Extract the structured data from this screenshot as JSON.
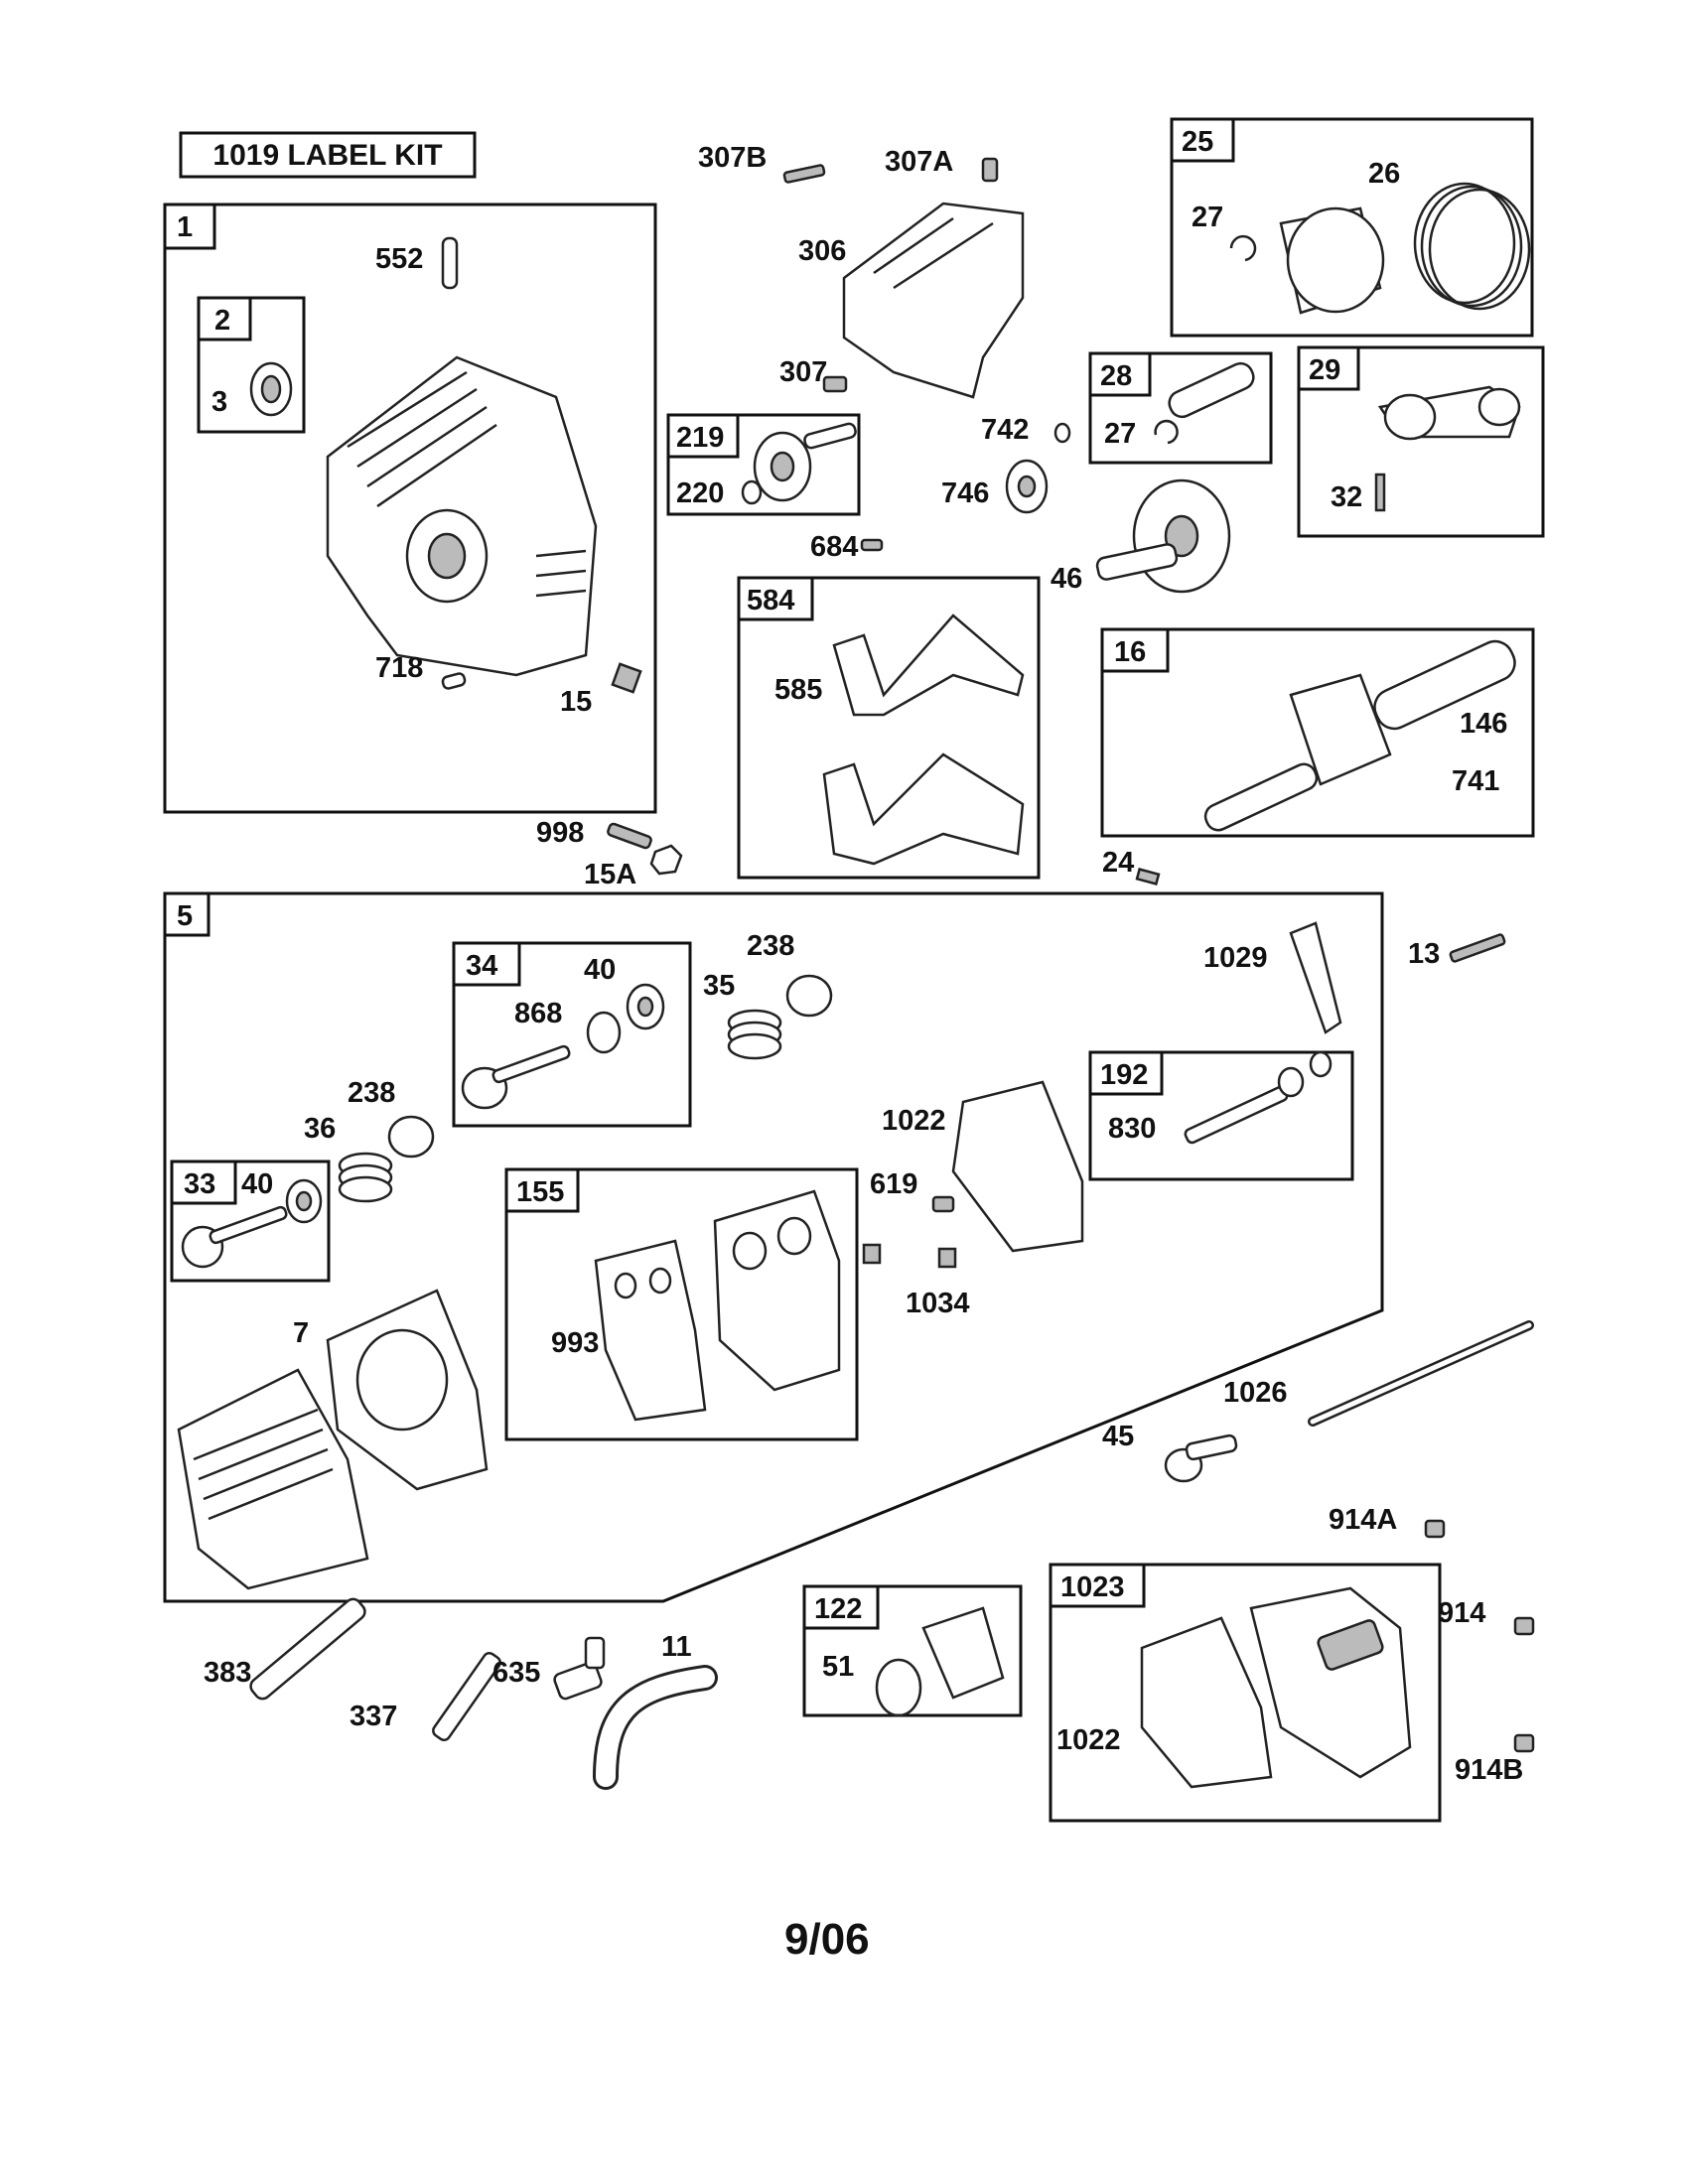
{
  "label_kit": "1019 LABEL KIT",
  "date_code": "9/06",
  "groups": {
    "g1": "1",
    "g2": "2",
    "g25": "25",
    "g28": "28",
    "g29": "29",
    "g219": "219",
    "g584": "584",
    "g16": "16",
    "g5": "5",
    "g34": "34",
    "g33": "33",
    "g155": "155",
    "g192": "192",
    "g122": "122",
    "g1023": "1023"
  },
  "parts": {
    "p307b": "307B",
    "p307a": "307A",
    "p306": "306",
    "p307": "307",
    "p552": "552",
    "p3": "3",
    "p718": "718",
    "p15": "15",
    "p998": "998",
    "p15a": "15A",
    "p26": "26",
    "p27a": "27",
    "p27b": "27",
    "p32": "32",
    "p742": "742",
    "p746": "746",
    "p46": "46",
    "p220": "220",
    "p684": "684",
    "p585": "585",
    "p146": "146",
    "p741": "741",
    "p24": "24",
    "p13": "13",
    "p1029": "1029",
    "p238a": "238",
    "p35": "35",
    "p40a": "40",
    "p868": "868",
    "p238b": "238",
    "p36": "36",
    "p40b": "40",
    "p1022a": "1022",
    "p619": "619",
    "p1034": "1034",
    "p830": "830",
    "p7": "7",
    "p993": "993",
    "p1026": "1026",
    "p45": "45",
    "p914a": "914A",
    "p914": "914",
    "p914b": "914B",
    "p383": "383",
    "p337": "337",
    "p635": "635",
    "p11": "11",
    "p51": "51",
    "p1022b": "1022"
  }
}
